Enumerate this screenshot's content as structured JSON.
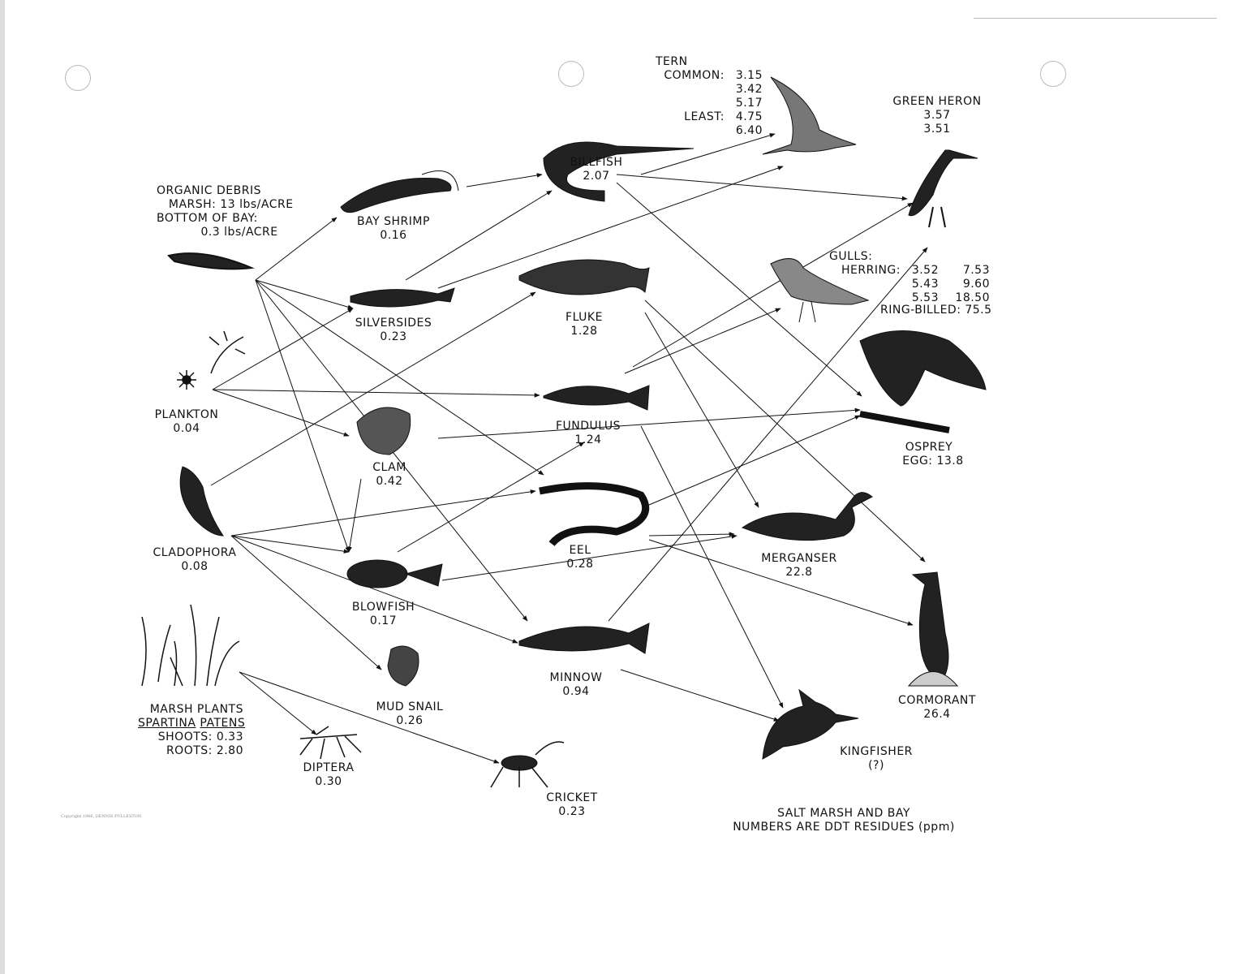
{
  "title": "SALT MARSH AND BAY",
  "subtitle": "NUMBERS ARE DDT RESIDUES (ppm)",
  "copyright": "Copyright 1966, DENNIS PULLESTON",
  "organisms": {
    "organic_debris": {
      "name": "ORGANIC DEBRIS",
      "line1": "MARSH: 13 lbs/ACRE",
      "line2": "BOTTOM OF BAY:",
      "line3": "0.3 lbs/ACRE"
    },
    "plankton": {
      "name": "PLANKTON",
      "value": "0.04"
    },
    "cladophora": {
      "name": "CLADOPHORA",
      "value": "0.08"
    },
    "marsh_plants": {
      "name": "MARSH PLANTS",
      "genus": "SPARTINA",
      "species": "PATENS",
      "shoots": "SHOOTS: 0.33",
      "roots": "ROOTS: 2.80"
    },
    "bay_shrimp": {
      "name": "BAY SHRIMP",
      "value": "0.16"
    },
    "silversides": {
      "name": "SILVERSIDES",
      "value": "0.23"
    },
    "clam": {
      "name": "CLAM",
      "value": "0.42"
    },
    "blowfish": {
      "name": "BLOWFISH",
      "value": "0.17"
    },
    "mud_snail": {
      "name": "MUD SNAIL",
      "value": "0.26"
    },
    "diptera": {
      "name": "DIPTERA",
      "value": "0.30"
    },
    "cricket": {
      "name": "CRICKET",
      "value": "0.23"
    },
    "billfish": {
      "name": "BILLFISH",
      "value": "2.07"
    },
    "fluke": {
      "name": "FLUKE",
      "value": "1.28"
    },
    "fundulus": {
      "name": "FUNDULUS",
      "value": "1.24"
    },
    "eel": {
      "name": "EEL",
      "value": "0.28"
    },
    "minnow": {
      "name": "MINNOW",
      "value": "0.94"
    },
    "tern": {
      "name": "TERN",
      "common_label": "COMMON:",
      "common": [
        "3.15",
        "3.42",
        "5.17"
      ],
      "least_label": "LEAST:",
      "least": [
        "4.75",
        "6.40"
      ]
    },
    "green_heron": {
      "name": "GREEN HERON",
      "values": [
        "3.57",
        "3.51"
      ]
    },
    "gulls": {
      "name": "GULLS:",
      "herring_label": "HERRING:",
      "herring_col1": [
        "3.52",
        "5.43",
        "5.53"
      ],
      "herring_col2": [
        "7.53",
        "9.60",
        "18.50"
      ],
      "ring_billed": "RING-BILLED: 75.5"
    },
    "osprey": {
      "name": "OSPREY",
      "value": "EGG: 13.8"
    },
    "merganser": {
      "name": "MERGANSER",
      "value": "22.8"
    },
    "cormorant": {
      "name": "CORMORANT",
      "value": "26.4"
    },
    "kingfisher": {
      "name": "KINGFISHER",
      "value": "(?)"
    }
  },
  "links": [
    [
      "organic_debris",
      "bay_shrimp"
    ],
    [
      "organic_debris",
      "silversides"
    ],
    [
      "organic_debris",
      "blowfish"
    ],
    [
      "organic_debris",
      "eel"
    ],
    [
      "organic_debris",
      "minnow"
    ],
    [
      "plankton",
      "silversides"
    ],
    [
      "plankton",
      "fundulus"
    ],
    [
      "plankton",
      "clam"
    ],
    [
      "bay_shrimp",
      "billfish"
    ],
    [
      "silversides",
      "billfish"
    ],
    [
      "silversides",
      "tern"
    ],
    [
      "billfish",
      "tern"
    ],
    [
      "billfish",
      "green_heron"
    ],
    [
      "billfish",
      "osprey"
    ],
    [
      "cladophora",
      "fluke"
    ],
    [
      "cladophora",
      "eel"
    ],
    [
      "cladophora",
      "blowfish"
    ],
    [
      "cladophora",
      "minnow"
    ],
    [
      "cladophora",
      "mud_snail"
    ],
    [
      "clam",
      "blowfish"
    ],
    [
      "fundulus",
      "gulls"
    ],
    [
      "fundulus",
      "green_heron"
    ],
    [
      "fundulus",
      "osprey"
    ],
    [
      "fundulus",
      "kingfisher"
    ],
    [
      "blowfish",
      "osprey"
    ],
    [
      "blowfish",
      "merganser"
    ],
    [
      "eel",
      "osprey"
    ],
    [
      "eel",
      "merganser"
    ],
    [
      "eel",
      "cormorant"
    ],
    [
      "fluke",
      "merganser"
    ],
    [
      "fluke",
      "cormorant"
    ],
    [
      "minnow",
      "kingfisher"
    ],
    [
      "minnow",
      "gulls"
    ],
    [
      "marsh_plants",
      "diptera"
    ],
    [
      "marsh_plants",
      "cricket"
    ]
  ]
}
